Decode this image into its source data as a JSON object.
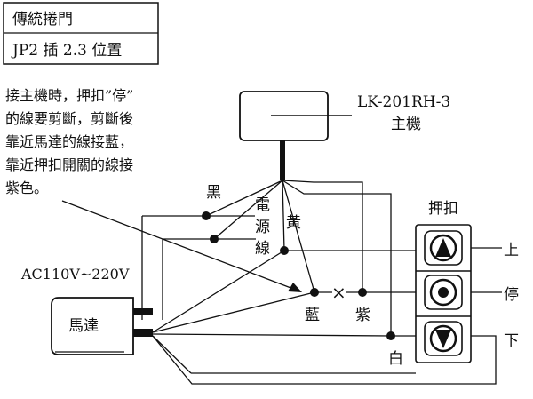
{
  "title_box": {
    "line1": "傳統捲門",
    "line2": "JP2 插 2.3 位置"
  },
  "note": {
    "lines": [
      "接主機時，押扣”停”",
      "的線要剪斷，剪斷後",
      "靠近馬達的線接藍，",
      "靠近押扣開關的線接",
      "紫色。"
    ]
  },
  "host": {
    "model": "LK-201RH-3",
    "name": "主機"
  },
  "power": {
    "label": "AC110V~220V",
    "cord_label": [
      "電",
      "源",
      "線"
    ]
  },
  "motor": {
    "label": "馬達"
  },
  "wire_labels": {
    "black": "黑",
    "yellow": "黃",
    "blue": "藍",
    "purple": "紫",
    "white": "白",
    "cut_mark": "×"
  },
  "switch_panel": {
    "title": "押扣",
    "up": "上",
    "stop": "停",
    "down": "下"
  },
  "colors": {
    "line": "#111111",
    "background": "#ffffff"
  }
}
